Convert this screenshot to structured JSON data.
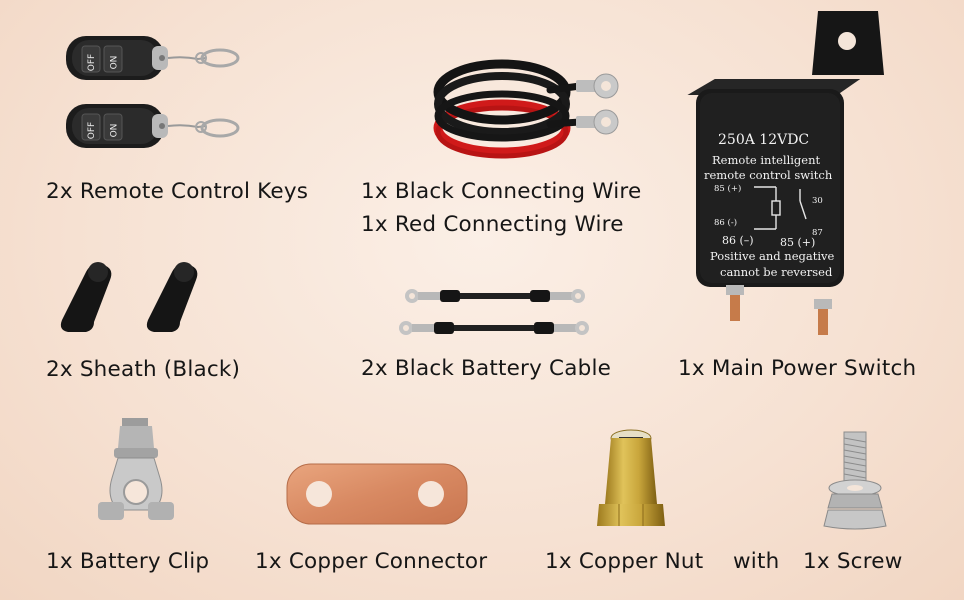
{
  "labels": {
    "remote_keys": "2x Remote Control Keys",
    "black_wire": "1x Black Connecting Wire",
    "red_wire": "1x Red Connecting Wire",
    "sheath": "2x Sheath (Black)",
    "battery_cable": "2x Black Battery Cable",
    "main_switch": "1x Main Power Switch",
    "battery_clip": "1x Battery Clip",
    "copper_connector": "1x Copper Connector",
    "copper_nut": "1x Copper Nut",
    "with": "with",
    "screw": "1x Screw"
  },
  "remote": {
    "off": "OFF",
    "on": "ON"
  },
  "relay": {
    "rating": "250A 12VDC",
    "line1": "Remote intelligent",
    "line2": "remote control switch",
    "t85p": "85 (+)",
    "t30": "30",
    "t86m_small": "86 (-)",
    "t86m": "86 (–)",
    "t87": "87",
    "t85p2": "85 (+)",
    "warn1": "Positive and negative",
    "warn2": "cannot be reversed"
  }
}
